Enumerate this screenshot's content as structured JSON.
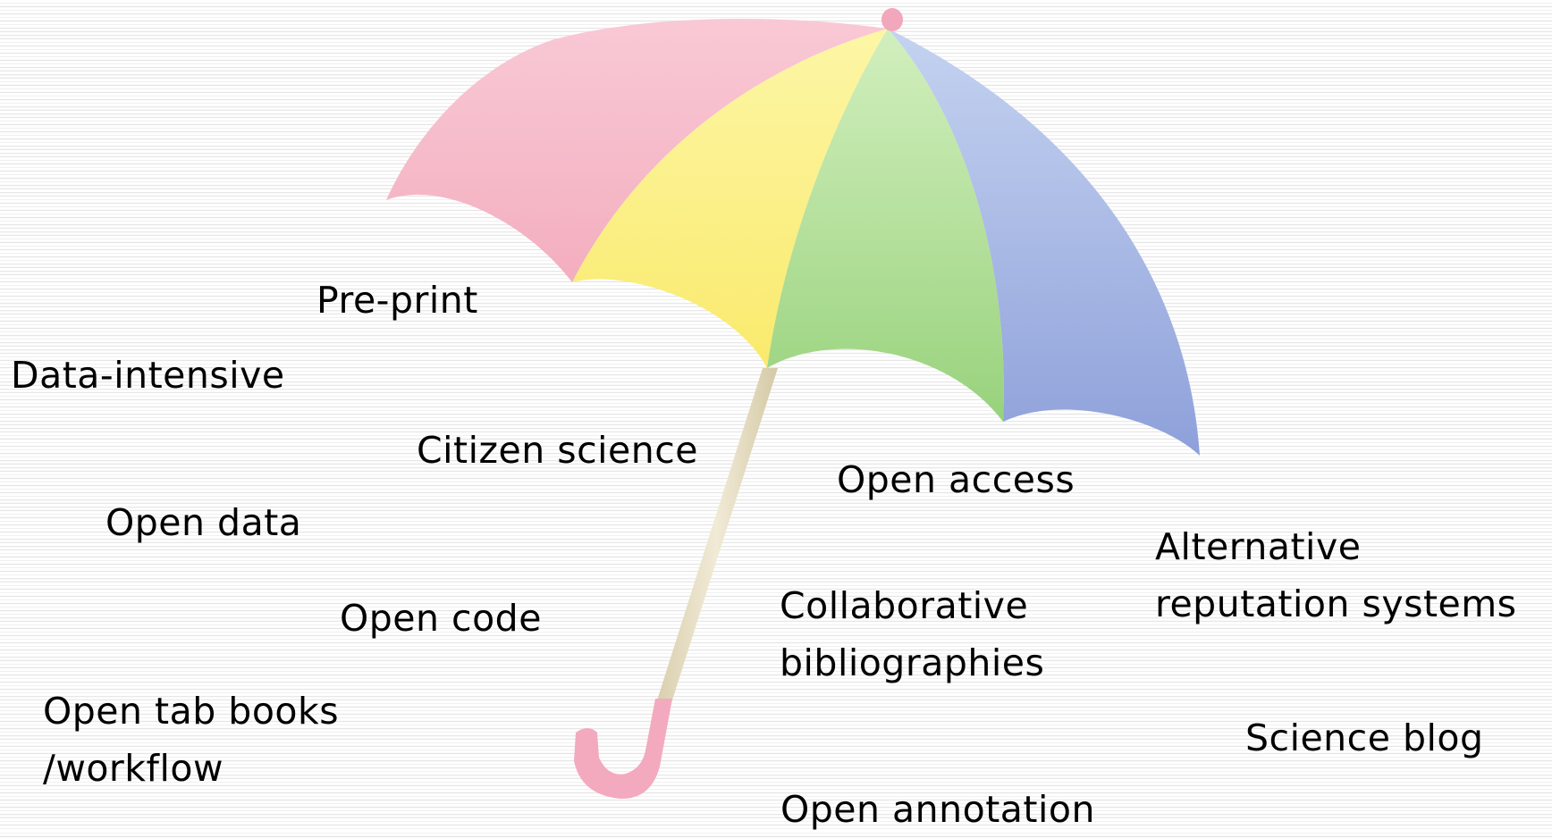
{
  "diagram": {
    "colors": {
      "pink": "#f6b8c7",
      "yellow": "#fbef86",
      "green": "#a9d98d",
      "blue": "#9fb0de",
      "handle": "#e6dcc0",
      "tip": "#f2a7bc",
      "text": "#000000"
    },
    "labels": {
      "preprint": "Pre-print",
      "data_intensive": "Data-intensive",
      "citizen_science": "Citizen science",
      "open_data": "Open data",
      "open_code": "Open code",
      "open_tab_books_1": "Open tab books",
      "open_tab_books_2": "/workflow",
      "open_access": "Open access",
      "collaborative_1": "Collaborative",
      "collaborative_2": "bibliographies",
      "alternative_1": "Alternative",
      "alternative_2": "reputation systems",
      "science_blog": "Science blog",
      "open_annotation": "Open annotation"
    }
  }
}
